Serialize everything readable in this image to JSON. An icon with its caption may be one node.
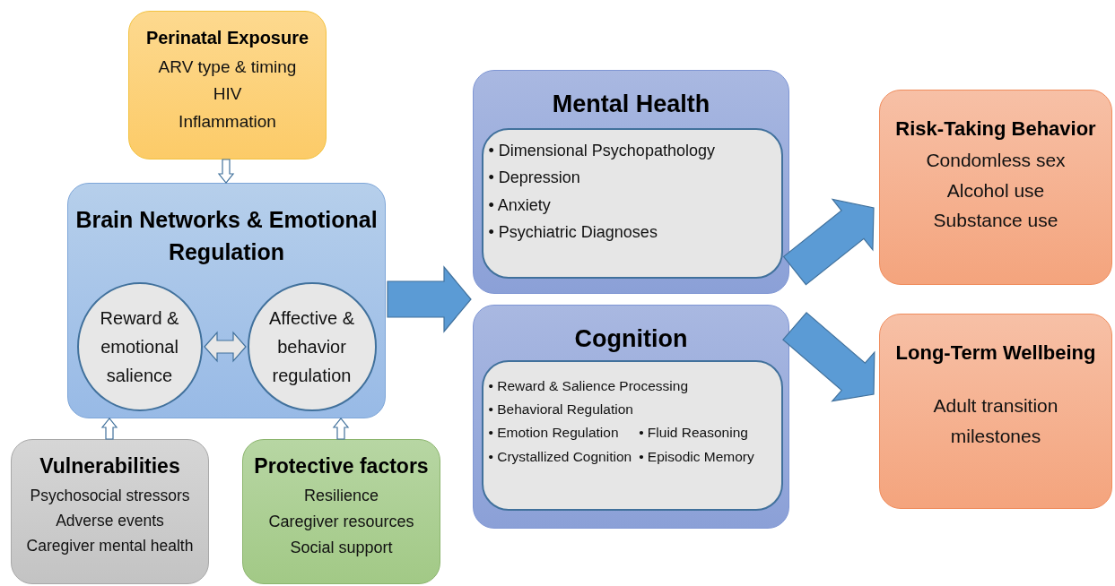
{
  "diagram": {
    "nodes": [
      {
        "text": [
          "Perinatal Exposure",
          "ARV type & timing",
          "HIV",
          "Inflammation"
        ]
      },
      {
        "text": [
          "Brain Networks & Emotional Regulation"
        ]
      },
      {
        "text": [
          "Reward & emotional salience"
        ],
        "in": 1
      },
      {
        "text": [
          "Affective & behavior regulation"
        ],
        "in": 1
      },
      {
        "text": [
          "Vulnerabilities",
          "Psychosocial stressors",
          "Adverse events",
          "Caregiver mental health"
        ]
      },
      {
        "text": [
          "Protective factors",
          "Resilience",
          "Caregiver resources",
          "Social support"
        ]
      },
      {
        "text": [
          "Mental Health"
        ]
      },
      {
        "text": [
          "• Dimensional Psychopathology",
          "• Depression",
          "• Anxiety",
          "• Psychiatric Diagnoses"
        ],
        "in": 6
      },
      {
        "text": [
          "Cognition"
        ]
      },
      {
        "text": [
          "• Reward & Salience Processing",
          "• Behavioral Regulation",
          "• Emotion Regulation",
          "• Fluid Reasoning",
          "• Crystallized Cognition",
          "• Episodic Memory"
        ],
        "in": 8
      },
      {
        "text": [
          "Risk-Taking Behavior",
          "Condomless sex",
          "Alcohol use",
          "Substance use"
        ]
      },
      {
        "text": [
          "Long-Term Wellbeing",
          "Adult transition milestones"
        ]
      }
    ],
    "edges": [
      {
        "from": 0,
        "to": 1,
        "arrow": "to"
      },
      {
        "from": 4,
        "to": 1,
        "arrow": "to"
      },
      {
        "from": 5,
        "to": 1,
        "arrow": "to"
      },
      {
        "from": 2,
        "to": 3,
        "arrow": "both"
      },
      {
        "from": 1,
        "to": 6,
        "arrow": "to",
        "style": "thick"
      },
      {
        "from": 1,
        "to": 8,
        "arrow": "to",
        "style": "thick"
      },
      {
        "from": 6,
        "to": 10,
        "arrow": "to",
        "style": "thick"
      },
      {
        "from": 8,
        "to": 11,
        "arrow": "to",
        "style": "thick"
      }
    ]
  }
}
